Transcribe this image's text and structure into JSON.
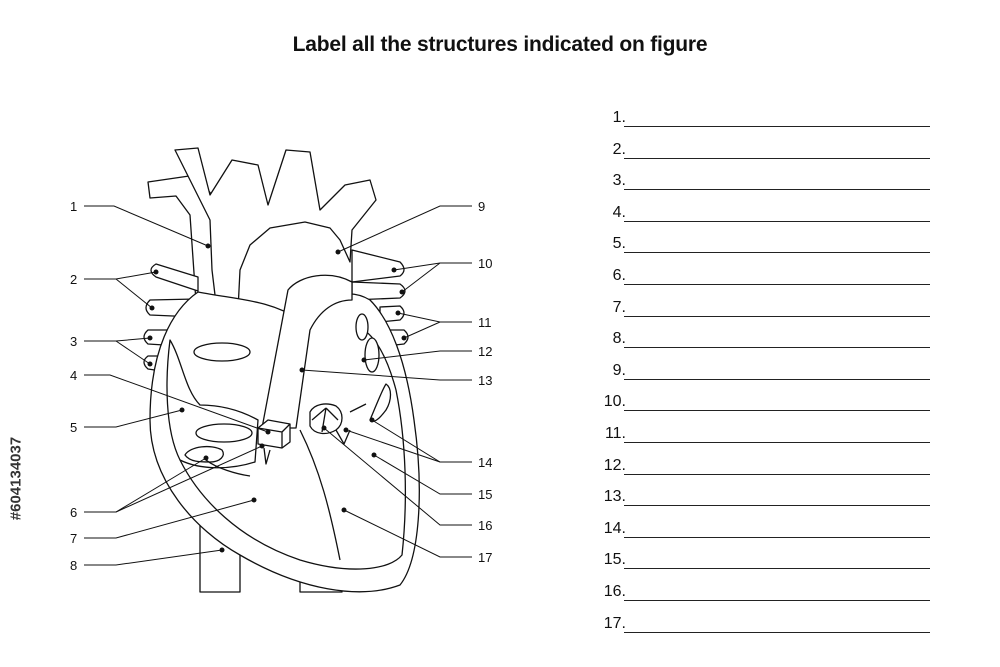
{
  "title": "Label all the structures indicated on figure",
  "labels": [
    "1",
    "2",
    "3",
    "4",
    "5",
    "6",
    "7",
    "8",
    "9",
    "10",
    "11",
    "12",
    "13",
    "14",
    "15",
    "16",
    "17"
  ],
  "answer_numbers": [
    "1.",
    "2.",
    "3.",
    "4.",
    "5.",
    "6.",
    "7.",
    "8.",
    "9.",
    "10.",
    "11.",
    "12.",
    "13.",
    "14.",
    "15.",
    "16.",
    "17."
  ],
  "stock_id": "#604134037",
  "colors": {
    "stroke": "#111111",
    "fill": "#ffffff"
  }
}
